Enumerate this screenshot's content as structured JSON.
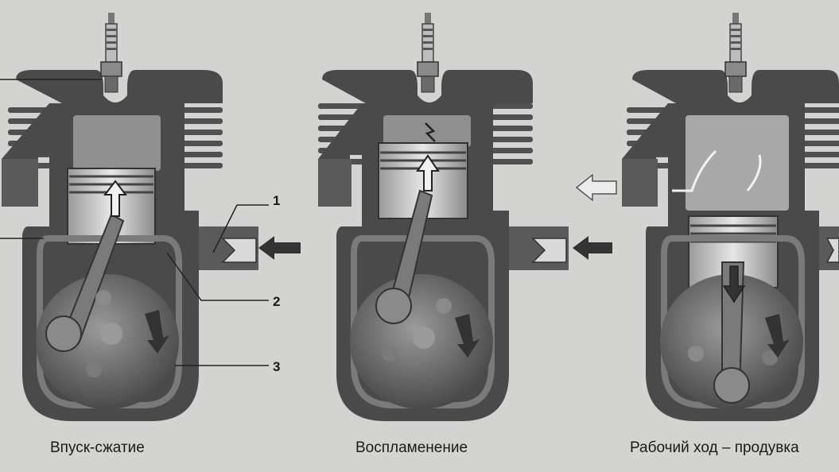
{
  "panels": [
    {
      "caption": "Впуск-сжатие"
    },
    {
      "caption": "Воспламенение"
    },
    {
      "caption": "Рабочий ход – продувка"
    }
  ],
  "callouts": [
    "1",
    "2",
    "3"
  ],
  "colors": {
    "background": "#d3d3d1",
    "body": "#4a4a4a",
    "chamber": "#8f8f8f",
    "piston": "#cfcfcf",
    "crank": "#6a6a6a",
    "arrow": "#3a3a3a"
  }
}
